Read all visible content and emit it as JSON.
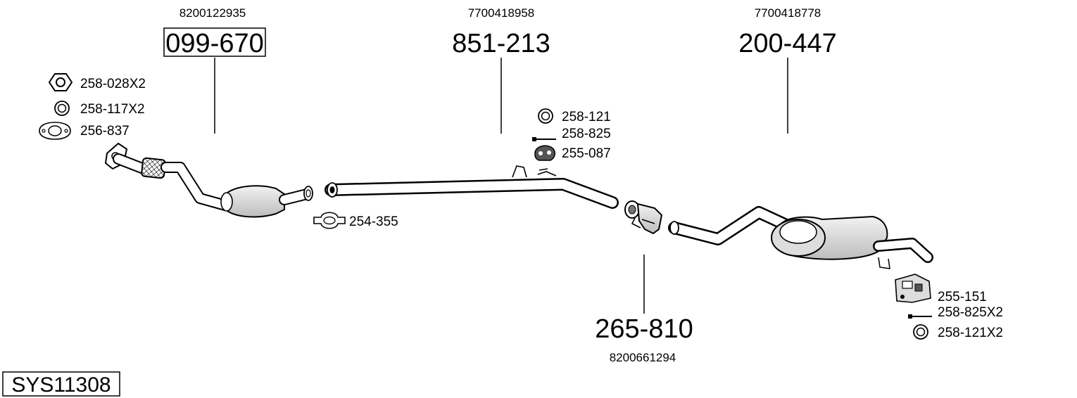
{
  "system": {
    "code": "SYS11308"
  },
  "assemblies": [
    {
      "id": "front",
      "number": "099-670",
      "oem": "8200122935",
      "boxed": true
    },
    {
      "id": "middle",
      "number": "851-213",
      "oem": "7700418958",
      "boxed": false
    },
    {
      "id": "rear",
      "number": "200-447",
      "oem": "7700418778",
      "boxed": false
    },
    {
      "id": "connector",
      "number": "265-810",
      "oem": "8200661294",
      "boxed": false
    }
  ],
  "accessories": {
    "front": [
      {
        "icon": "hex-nut-icon",
        "code": "258-028X2"
      },
      {
        "icon": "ring-gasket-icon",
        "code": "258-117X2"
      },
      {
        "icon": "flange-gasket-icon",
        "code": "256-837"
      }
    ],
    "clamp": [
      {
        "icon": "pipe-clamp-icon",
        "code": "254-355"
      }
    ],
    "middle": [
      {
        "icon": "ring-gasket-icon",
        "code": "258-121"
      },
      {
        "icon": "bolt-icon",
        "code": "258-825"
      },
      {
        "icon": "rubber-hanger-icon",
        "code": "255-087"
      }
    ],
    "rear": [
      {
        "icon": "rubber-hanger-icon",
        "code": "255-151"
      },
      {
        "icon": "bolt-icon",
        "code": "258-825X2"
      },
      {
        "icon": "ring-gasket-icon",
        "code": "258-121X2"
      }
    ]
  }
}
